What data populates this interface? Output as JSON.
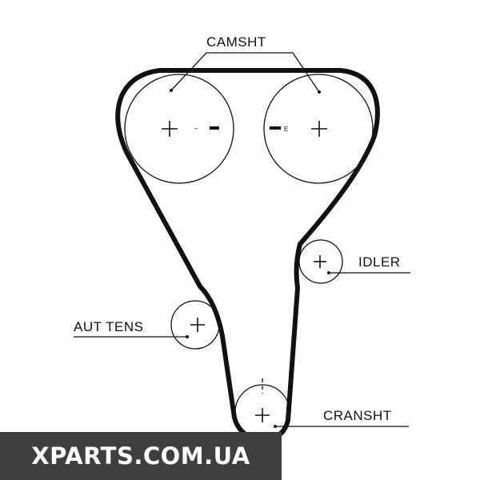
{
  "labels": {
    "camshaft": "CAMSHT",
    "idler": "IDLER",
    "auto_tensioner": "AUT TENS",
    "crankshaft": "CRANSHT"
  },
  "cam_marks": {
    "left": "–",
    "right": "E"
  },
  "watermark": "XPARTS.COM.UA"
}
